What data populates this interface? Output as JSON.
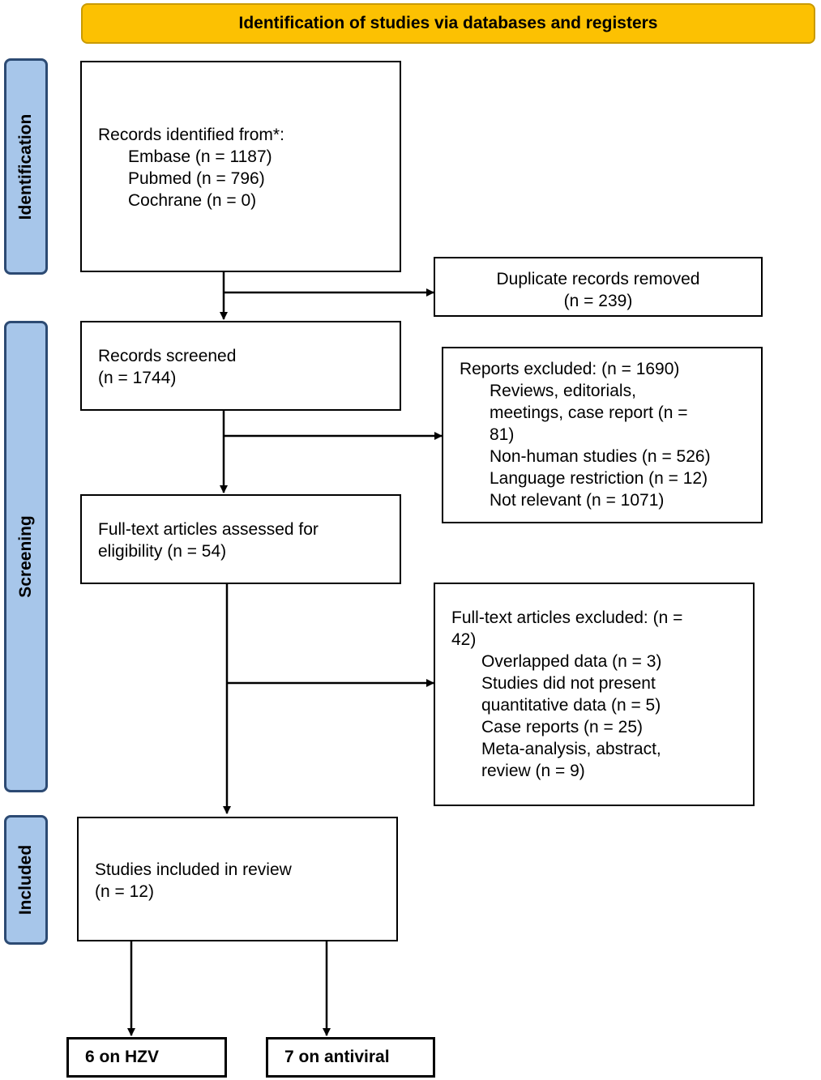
{
  "header": {
    "title": "Identification of studies via databases and registers"
  },
  "stages": {
    "identification": "Identification",
    "screening": "Screening",
    "included": "Included"
  },
  "boxes": {
    "records_identified": {
      "title": "Records identified from*:",
      "items": [
        "Embase (n = 1187)",
        "Pubmed (n = 796)",
        "Cochrane (n = 0)"
      ]
    },
    "duplicates_removed": {
      "line1": "Duplicate records removed",
      "line2": "(n = 239)"
    },
    "records_screened": {
      "line1": "Records screened",
      "line2": "(n = 1744)"
    },
    "reports_excluded": {
      "title": "Reports excluded: (n = 1690)",
      "items": [
        "Reviews, editorials,",
        "meetings, case report (n =",
        "81)",
        "Non-human studies (n = 526)",
        "Language restriction (n = 12)",
        "Not relevant (n = 1071)"
      ]
    },
    "fulltext_assessed": {
      "line1": "Full-text articles assessed for",
      "line2": "eligibility (n = 54)"
    },
    "fulltext_excluded": {
      "title1": "Full-text articles excluded: (n =",
      "title2": "42)",
      "items": [
        "Overlapped data (n = 3)",
        "Studies did not present",
        "quantitative data (n = 5)",
        "Case reports (n = 25)",
        "Meta-analysis, abstract,",
        "review (n = 9)"
      ]
    },
    "studies_included": {
      "line1": "Studies included in review",
      "line2": "(n = 12)"
    }
  },
  "outcomes": {
    "hzv": "6 on HZV",
    "antiviral": "7 on antiviral"
  },
  "colors": {
    "header_fill": "#fcc102",
    "stage_fill": "#a7c6ea",
    "stage_border": "#2c4a73"
  }
}
